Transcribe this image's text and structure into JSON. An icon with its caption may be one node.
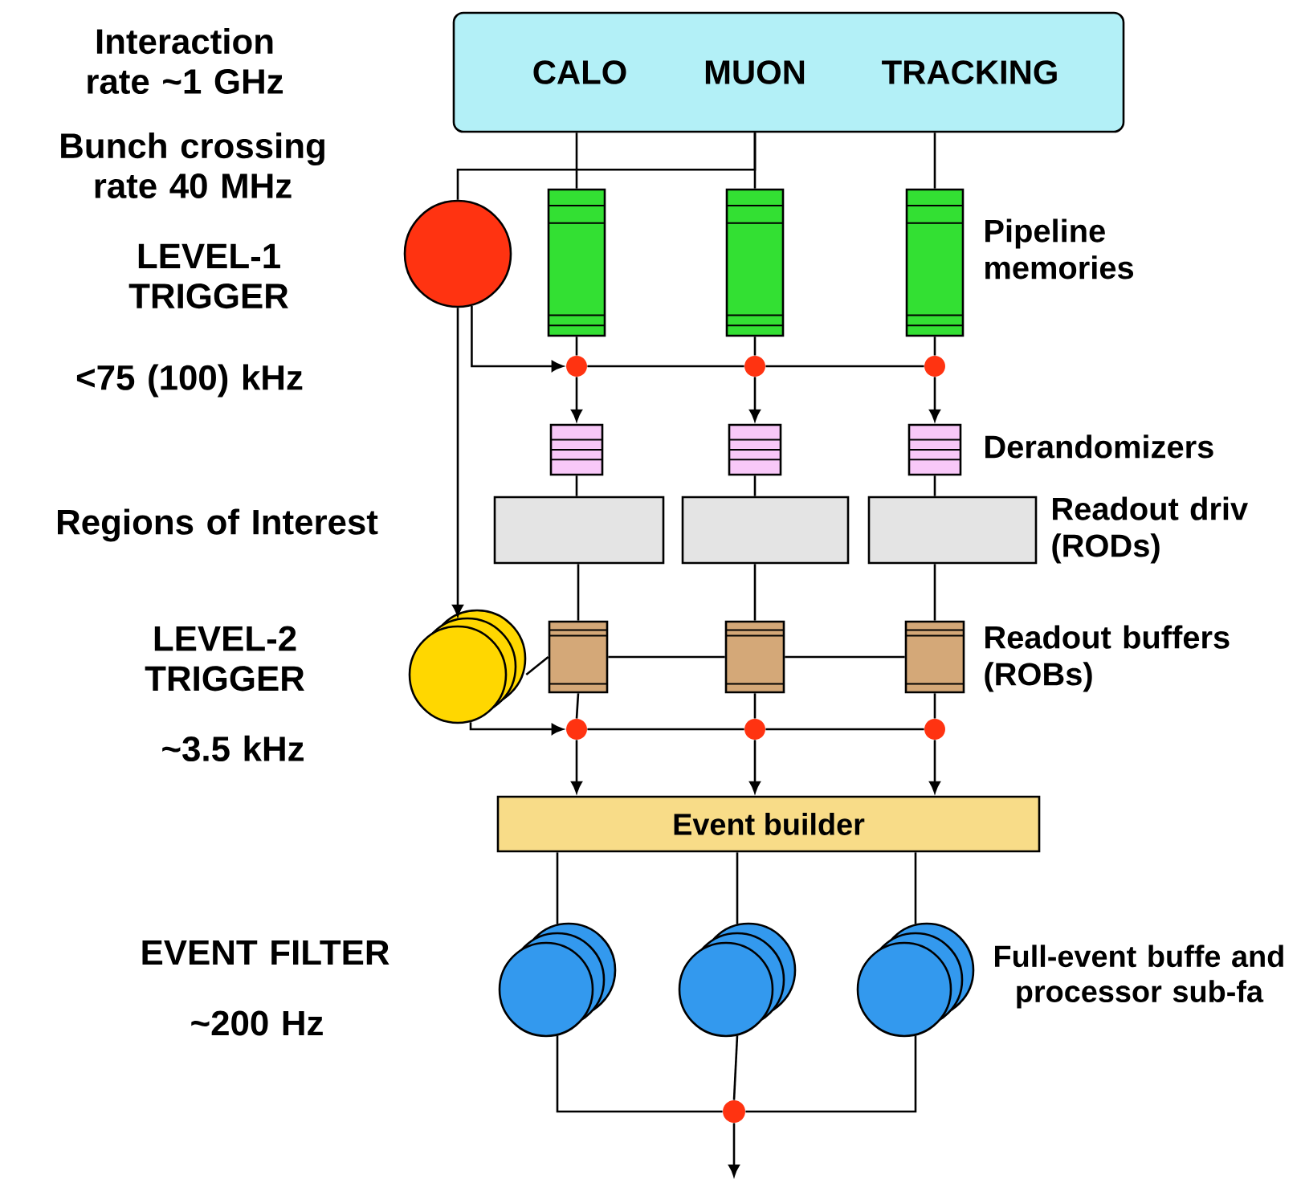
{
  "diagram": {
    "nodes": [
      {
        "text": [
          "CALO",
          "MUON",
          "TRACKING"
        ]
      },
      {
        "text": [],
        "shape": "circle"
      },
      {
        "text": [],
        "shape": "bar"
      },
      {
        "text": [],
        "shape": "bar"
      },
      {
        "text": [],
        "shape": "bar"
      },
      {
        "text": [],
        "shape": "circle"
      },
      {
        "text": [],
        "shape": "circle"
      },
      {
        "text": [],
        "shape": "circle"
      },
      {
        "text": [],
        "shape": "box"
      },
      {
        "text": [],
        "shape": "box"
      },
      {
        "text": [],
        "shape": "box"
      },
      {
        "text": [],
        "shape": "box"
      },
      {
        "text": [],
        "shape": "box"
      },
      {
        "text": [],
        "shape": "box"
      },
      {
        "text": [],
        "shape": "box"
      },
      {
        "text": [],
        "shape": "box"
      },
      {
        "text": [],
        "shape": "box"
      },
      {
        "text": [],
        "shape": "circle"
      },
      {
        "text": [],
        "shape": "circle"
      },
      {
        "text": [],
        "shape": "circle"
      },
      {
        "text": [],
        "shape": "circle"
      },
      {
        "text": [
          "Event builder"
        ]
      },
      {
        "text": [],
        "shape": "circle"
      },
      {
        "text": [],
        "shape": "circle"
      },
      {
        "text": [],
        "shape": "circle"
      },
      {
        "text": [],
        "shape": "circle"
      }
    ],
    "edges": [
      {
        "from": 0,
        "to": 2,
        "arrow": "none"
      },
      {
        "from": 0,
        "to": 3,
        "arrow": "none"
      },
      {
        "from": 0,
        "to": 4,
        "arrow": "none"
      },
      {
        "from": 0,
        "to": 1,
        "arrow": "none"
      },
      {
        "from": 2,
        "to": 5,
        "arrow": "none"
      },
      {
        "from": 3,
        "to": 6,
        "arrow": "none"
      },
      {
        "from": 4,
        "to": 7,
        "arrow": "none"
      },
      {
        "from": 1,
        "to": 5,
        "arrow": "to"
      },
      {
        "from": 5,
        "to": 6,
        "arrow": "none"
      },
      {
        "from": 6,
        "to": 7,
        "arrow": "none"
      },
      {
        "from": 5,
        "to": 8,
        "arrow": "to"
      },
      {
        "from": 6,
        "to": 9,
        "arrow": "to"
      },
      {
        "from": 7,
        "to": 10,
        "arrow": "to"
      },
      {
        "from": 8,
        "to": 11,
        "arrow": "none"
      },
      {
        "from": 9,
        "to": 12,
        "arrow": "none"
      },
      {
        "from": 10,
        "to": 13,
        "arrow": "none"
      },
      {
        "from": 11,
        "to": 14,
        "arrow": "none"
      },
      {
        "from": 12,
        "to": 15,
        "arrow": "none"
      },
      {
        "from": 13,
        "to": 16,
        "arrow": "none"
      },
      {
        "from": 1,
        "to": 17,
        "arrow": "to"
      },
      {
        "from": 17,
        "to": 14,
        "arrow": "none"
      },
      {
        "from": 14,
        "to": 15,
        "arrow": "none"
      },
      {
        "from": 15,
        "to": 16,
        "arrow": "none"
      },
      {
        "from": 14,
        "to": 18,
        "arrow": "none"
      },
      {
        "from": 15,
        "to": 19,
        "arrow": "none"
      },
      {
        "from": 16,
        "to": 20,
        "arrow": "none"
      },
      {
        "from": 17,
        "to": 18,
        "arrow": "to"
      },
      {
        "from": 18,
        "to": 19,
        "arrow": "none"
      },
      {
        "from": 19,
        "to": 20,
        "arrow": "none"
      },
      {
        "from": 18,
        "to": 21,
        "arrow": "to"
      },
      {
        "from": 19,
        "to": 21,
        "arrow": "to"
      },
      {
        "from": 20,
        "to": 21,
        "arrow": "to"
      },
      {
        "from": 21,
        "to": 22,
        "arrow": "none"
      },
      {
        "from": 21,
        "to": 23,
        "arrow": "none"
      },
      {
        "from": 21,
        "to": 24,
        "arrow": "none"
      },
      {
        "from": 22,
        "to": 25,
        "arrow": "none"
      },
      {
        "from": 23,
        "to": 25,
        "arrow": "none"
      },
      {
        "from": 24,
        "to": 25,
        "arrow": "none"
      },
      {
        "from": 25,
        "to": null,
        "arrow": "to"
      }
    ],
    "labels": [
      "Interaction rate ~1 GHz",
      "Bunch crossing rate 40 MHz",
      "Pipeline memories",
      "LEVEL-1 TRIGGER",
      "<75 (100) kHz",
      "Derandomizers",
      "Regions of Interest",
      "Readout driv (RODs)",
      "LEVEL-2 TRIGGER",
      "Readout buffers (ROBs)",
      "~3.5 kHz",
      "EVENT FILTER",
      "Full-event buffe and processor sub-fa",
      "~200 Hz"
    ]
  }
}
